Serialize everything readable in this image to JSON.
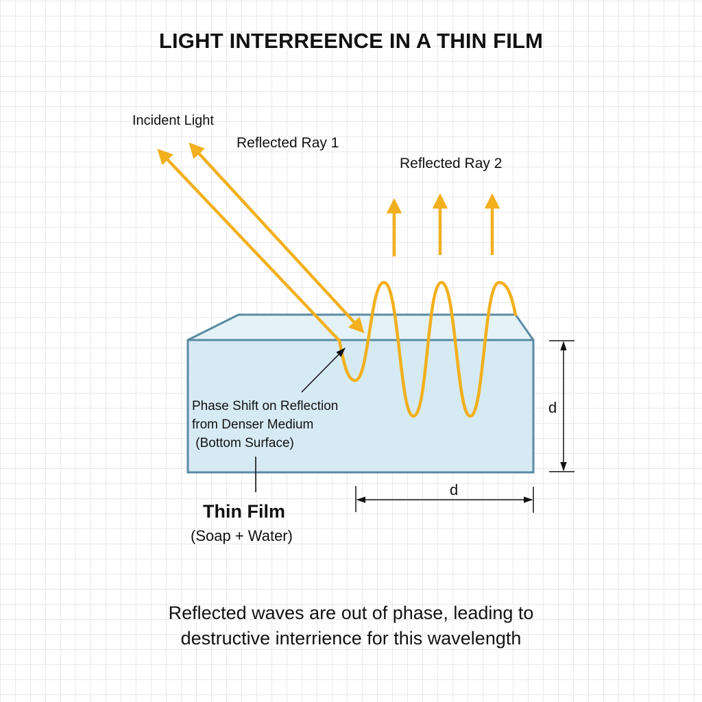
{
  "title": "LIGHT INTERREENCE IN A THIN FILM",
  "labels": {
    "incident_light": "Incident Light",
    "reflected_ray_1": "Reflected Ray 1",
    "reflected_ray_2": "Reflected Ray 2",
    "phase_shift": "Phase Shift on Reflection\nfrom Denser Medium\n (Bottom Surface)",
    "thin_film": "Thin Film",
    "thin_film_sub": "(Soap + Water)",
    "thickness_vertical": "d",
    "thickness_horizontal": "d"
  },
  "caption": {
    "line1": "Reflected waves are out of phase, leading to",
    "line2": "destructive interrience for this wavelength"
  },
  "colors": {
    "ray": "#f2b01e",
    "film_fill": "#d6eaf4",
    "film_top_fill": "#e4f2f8",
    "film_stroke": "#5a8aa3",
    "annotation": "#111111",
    "grid": "#e9e9ec"
  },
  "wave": {
    "upward_arrow_count": 3,
    "crests_above_film": 3,
    "troughs_in_film": 3
  }
}
